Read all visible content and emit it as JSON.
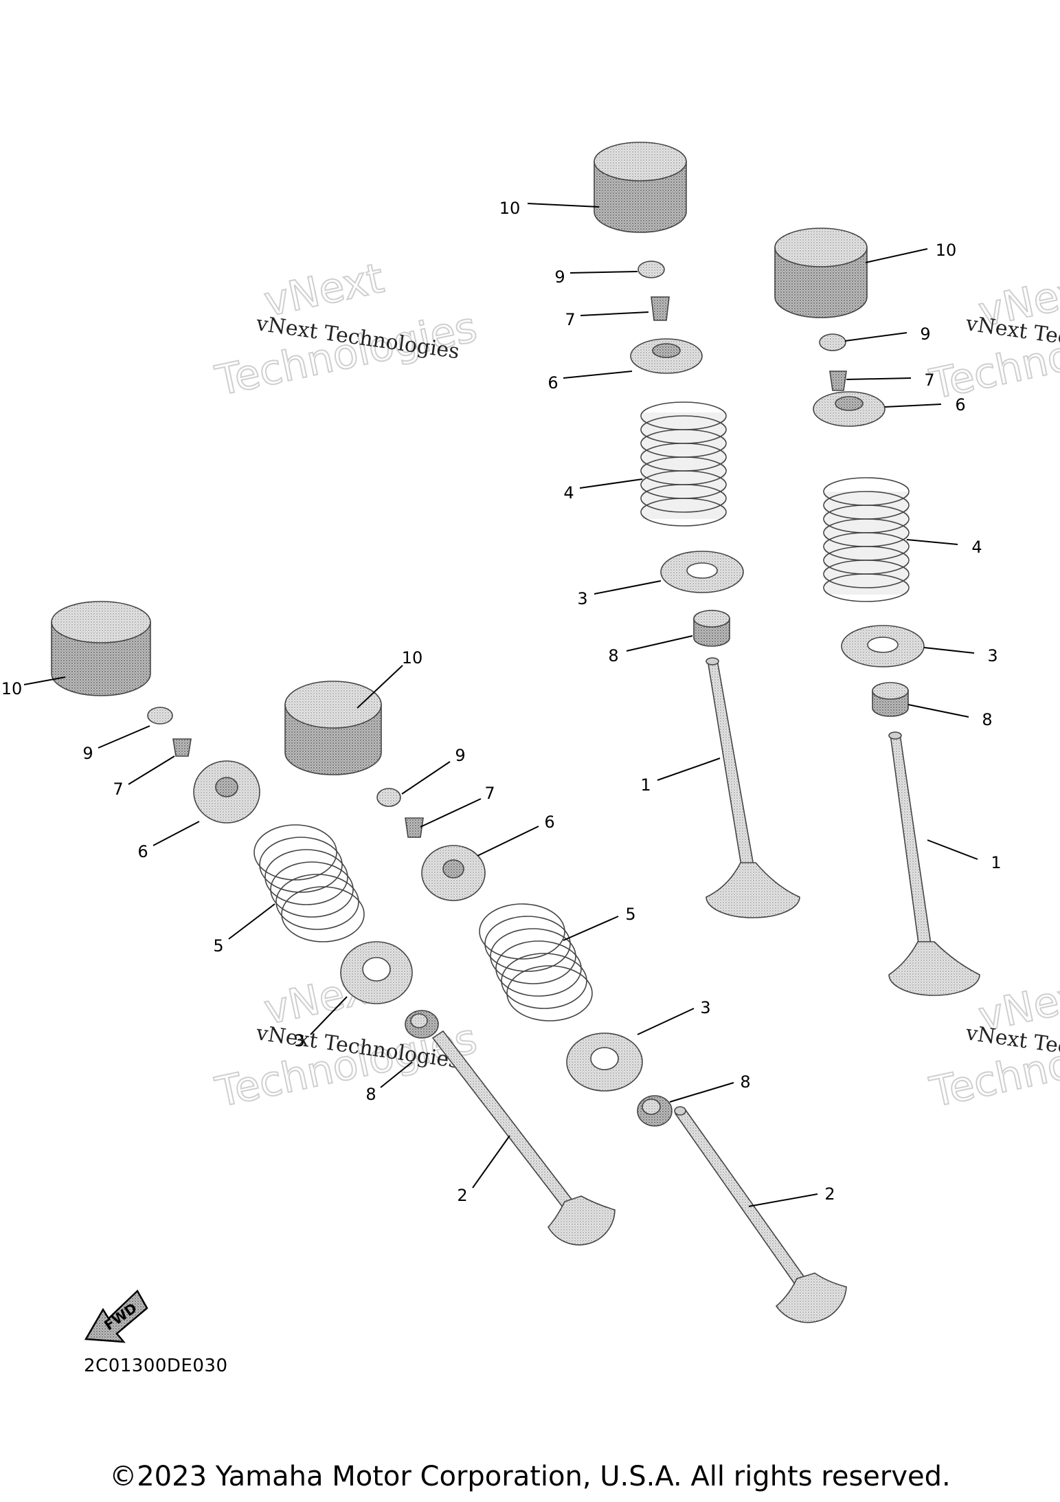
{
  "diagram": {
    "code": "2C01300DE030",
    "copyright": "©2023 Yamaha Motor Corporation, U.S.A. All rights reserved.",
    "fwd_label": "FWD",
    "watermark": {
      "line1": "vNext Technologies",
      "big_top": "vNext",
      "big_bottom": "Technologies"
    },
    "callouts": [
      {
        "label": "10"
      },
      {
        "label": "9"
      },
      {
        "label": "7"
      },
      {
        "label": "6"
      },
      {
        "label": "4"
      },
      {
        "label": "3"
      },
      {
        "label": "8"
      },
      {
        "label": "1"
      },
      {
        "label": "10"
      },
      {
        "label": "9"
      },
      {
        "label": "7"
      },
      {
        "label": "6"
      },
      {
        "label": "4"
      },
      {
        "label": "3"
      },
      {
        "label": "8"
      },
      {
        "label": "1"
      },
      {
        "label": "10"
      },
      {
        "label": "9"
      },
      {
        "label": "7"
      },
      {
        "label": "6"
      },
      {
        "label": "5"
      },
      {
        "label": "3"
      },
      {
        "label": "8"
      },
      {
        "label": "2"
      },
      {
        "label": "10"
      },
      {
        "label": "9"
      },
      {
        "label": "7"
      },
      {
        "label": "6"
      },
      {
        "label": "5"
      },
      {
        "label": "3"
      },
      {
        "label": "8"
      },
      {
        "label": "2"
      }
    ]
  }
}
